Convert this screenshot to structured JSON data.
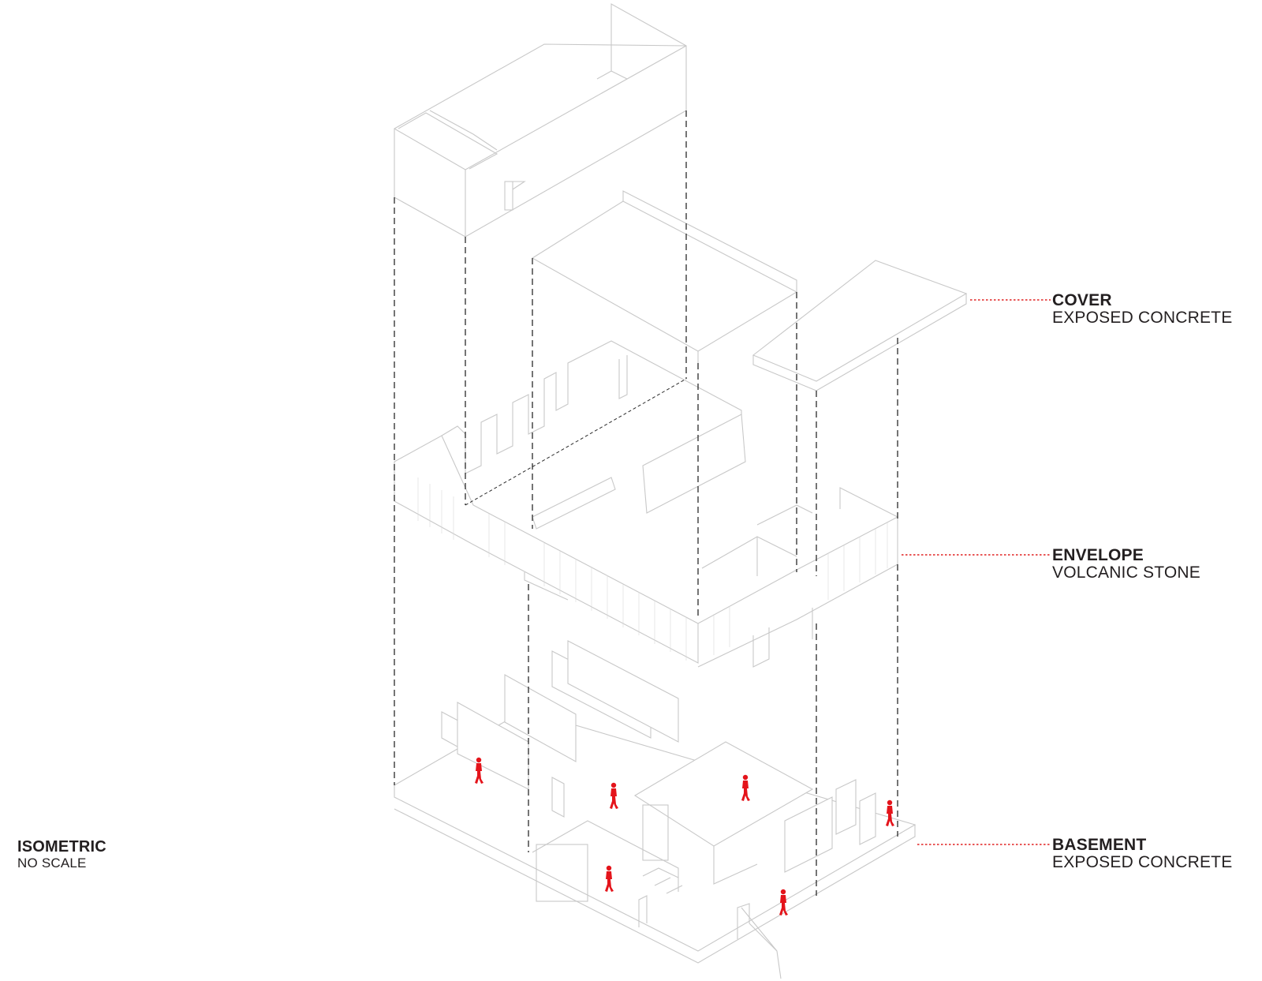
{
  "labels": {
    "cover": {
      "title": "COVER",
      "material": "EXPOSED CONCRETE"
    },
    "envelope": {
      "title": "ENVELOPE",
      "material": "VOLCANIC STONE"
    },
    "basement": {
      "title": "BASEMENT",
      "material": "EXPOSED CONCRETE"
    },
    "view": {
      "title": "ISOMETRIC",
      "subtitle": "NO SCALE"
    }
  },
  "colors": {
    "line": "#c8c8c8",
    "dashed": "#2a2a2a",
    "leader": "#e02020",
    "figure": "#e4141b",
    "text": "#231f20"
  },
  "icons": {
    "figure": "walking-person-icon"
  }
}
